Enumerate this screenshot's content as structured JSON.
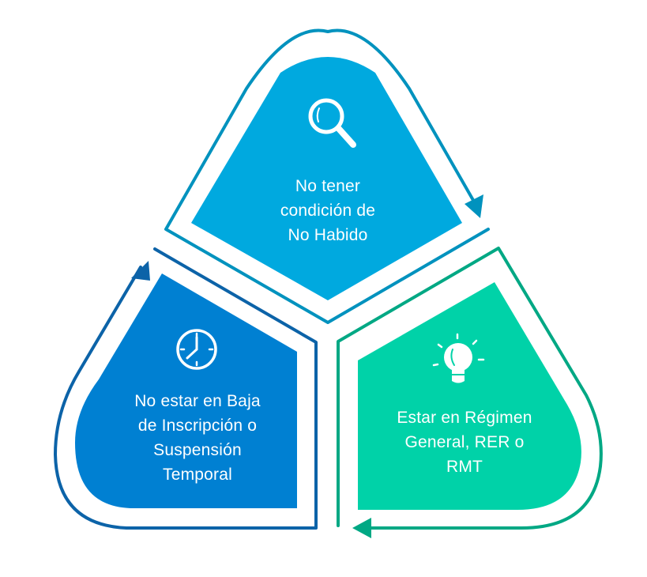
{
  "diagram": {
    "type": "cycle",
    "direction": "clockwise",
    "steps": [
      {
        "id": "no-habido",
        "icon": "magnifying-glass-icon",
        "lines": [
          "No tener",
          "condición de",
          "No Habido"
        ],
        "fill_color": "#00A9DF",
        "outline_color": "#0092BE"
      },
      {
        "id": "regimen",
        "icon": "lightbulb-icon",
        "lines": [
          "Estar en Régimen",
          "General, RER o",
          "RMT"
        ],
        "fill_color": "#00D2A8",
        "outline_color": "#00A884"
      },
      {
        "id": "baja-inscripcion",
        "icon": "clock-icon",
        "lines": [
          "No estar en Baja",
          "de Inscripción o",
          "Suspensión",
          "Temporal"
        ],
        "fill_color": "#0080D2",
        "outline_color": "#0C63A8"
      }
    ]
  }
}
